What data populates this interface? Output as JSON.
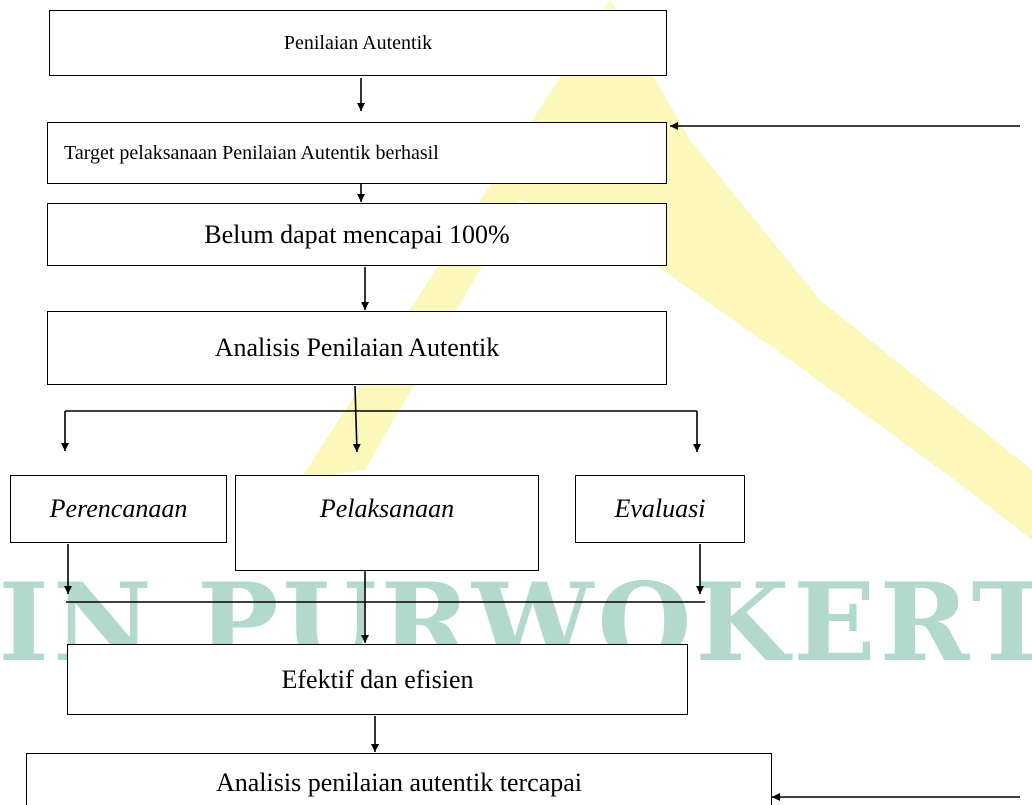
{
  "watermark": {
    "text": "IAIN PURWOKERTO",
    "text_color": "#3b9a7c",
    "logo_color": "#f5e400"
  },
  "nodes": {
    "penilaian_autentik": "Penilaian Autentik",
    "target": "Target pelaksanaan Penilaian Autentik berhasil",
    "belum": "Belum dapat mencapai 100%",
    "analisis": "Analisis Penilaian Autentik",
    "perencanaan": "Perencanaan",
    "pelaksanaan": "Pelaksanaan",
    "evaluasi": "Evaluasi",
    "efektif": "Efektif dan efisien",
    "tercapai": "Analisis penilaian autentik tercapai"
  },
  "colors": {
    "line": "#000000",
    "box_border": "#000000"
  }
}
